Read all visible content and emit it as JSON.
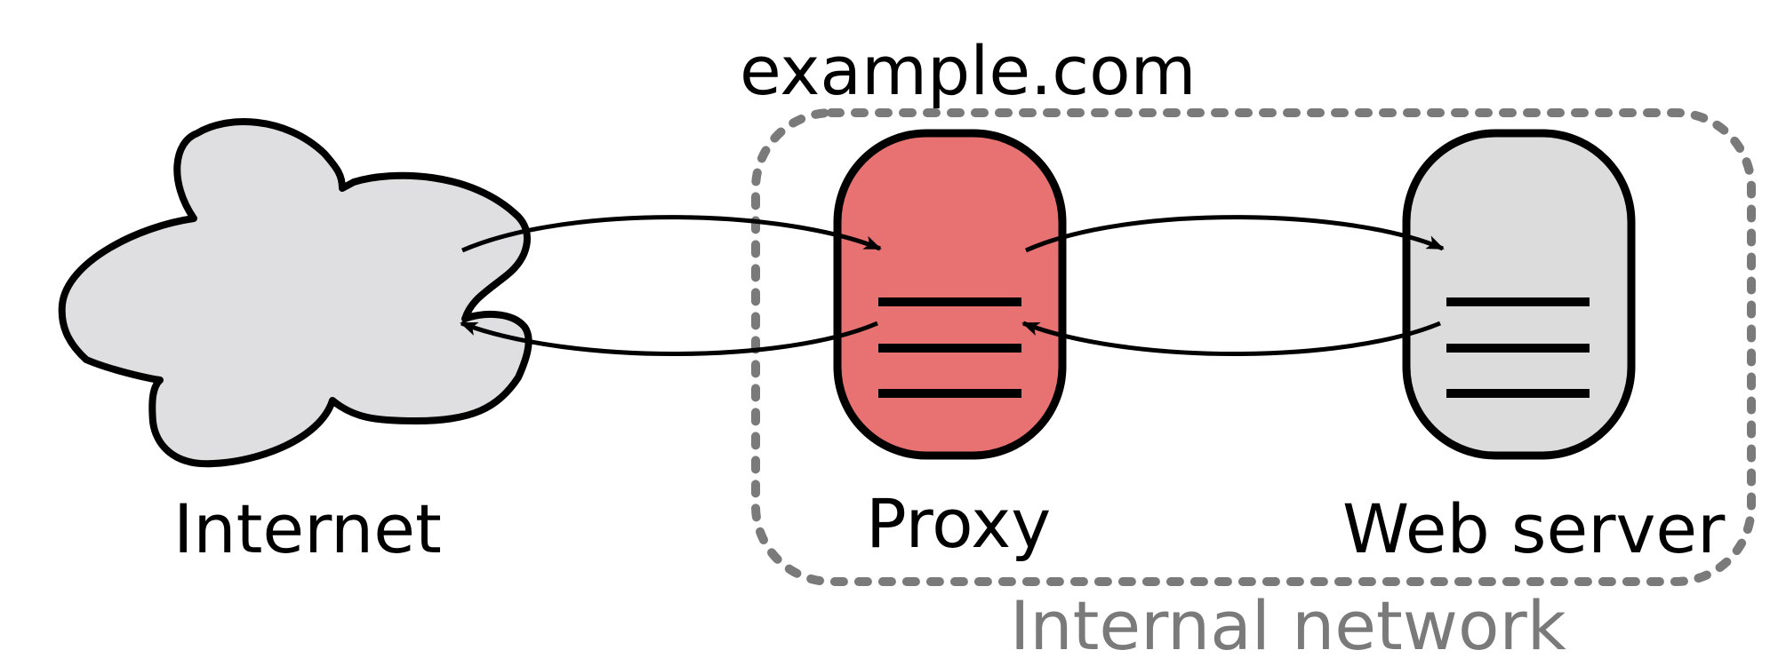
{
  "title": "example.com",
  "nodes": {
    "internet": {
      "label": "Internet",
      "fill": "#dfdfe1"
    },
    "proxy": {
      "label": "Proxy",
      "fill": "#e87272"
    },
    "web_server": {
      "label": "Web server",
      "fill": "#dcdcdc"
    }
  },
  "group": {
    "label": "Internal network",
    "stroke": "#7a7a7a"
  },
  "edges": [
    {
      "from": "Internet",
      "to": "Proxy",
      "direction": "request"
    },
    {
      "from": "Proxy",
      "to": "Internet",
      "direction": "response"
    },
    {
      "from": "Proxy",
      "to": "Web server",
      "direction": "request"
    },
    {
      "from": "Web server",
      "to": "Proxy",
      "direction": "response"
    }
  ],
  "colors": {
    "stroke": "#000000",
    "proxy": "#e87272",
    "server": "#dcdcdc",
    "cloud": "#dfdfe1",
    "group": "#7a7a7a"
  }
}
